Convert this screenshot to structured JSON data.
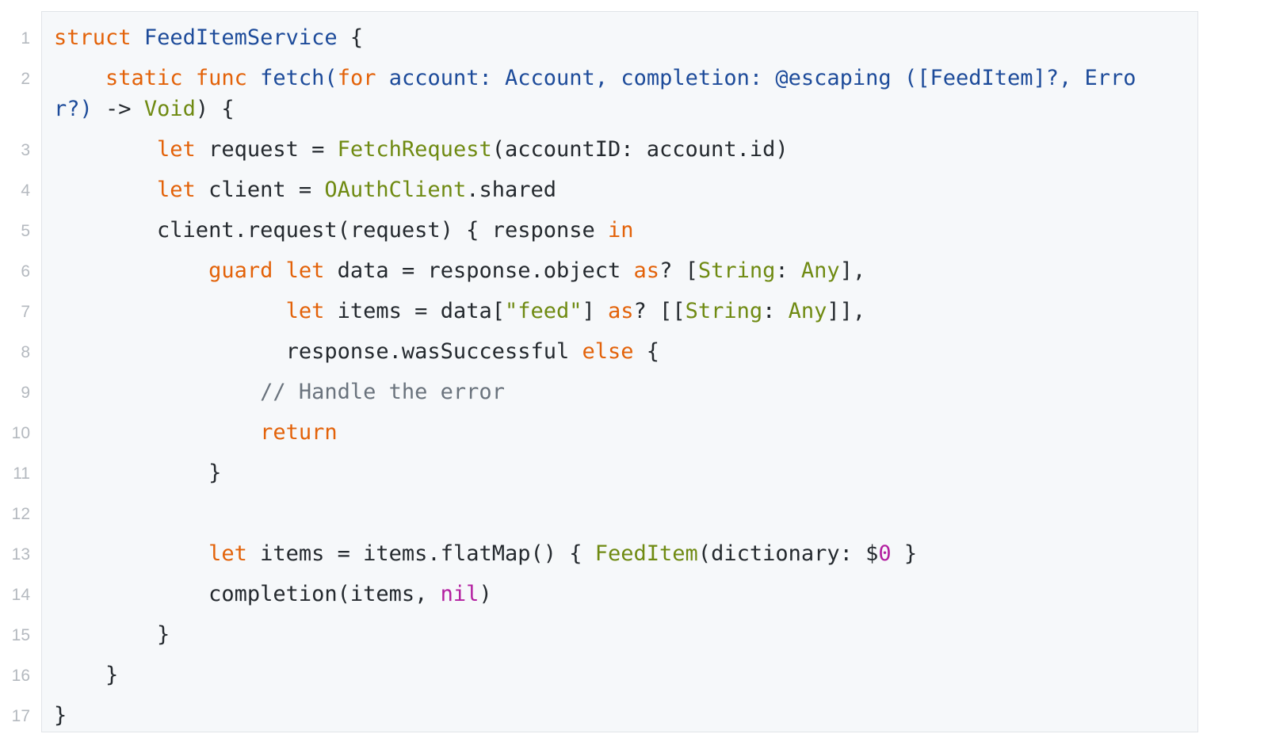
{
  "editor": {
    "language": "swift",
    "colors": {
      "background": "#f6f8fa",
      "border": "#e1e4e8",
      "line_number": "#b4b9bf",
      "keyword": "#e36209",
      "declaration": "#1d4b9a",
      "type": "#6f8a12",
      "plain": "#24292e",
      "comment": "#6a737d",
      "literal": "#b31fa0"
    },
    "lines": [
      {
        "number": "1",
        "tokens": [
          {
            "text": "struct",
            "kind": "kw"
          },
          {
            "text": " ",
            "kind": "plain"
          },
          {
            "text": "FeedItemService",
            "kind": "decl"
          },
          {
            "text": " {",
            "kind": "plain"
          }
        ]
      },
      {
        "number": "2",
        "tokens": [
          {
            "text": "    ",
            "kind": "plain"
          },
          {
            "text": "static",
            "kind": "kw"
          },
          {
            "text": " ",
            "kind": "plain"
          },
          {
            "text": "func",
            "kind": "kw"
          },
          {
            "text": " ",
            "kind": "plain"
          },
          {
            "text": "fetch(",
            "kind": "decl"
          },
          {
            "text": "for",
            "kind": "kw"
          },
          {
            "text": " account: Account, completion: @escaping ([FeedItem]?, Erro",
            "kind": "decl"
          }
        ]
      },
      {
        "number": "",
        "tokens": [
          {
            "text": "r?)",
            "kind": "decl"
          },
          {
            "text": " -> ",
            "kind": "plain"
          },
          {
            "text": "Void",
            "kind": "type"
          },
          {
            "text": ") {",
            "kind": "plain"
          }
        ]
      },
      {
        "number": "3",
        "tokens": [
          {
            "text": "        ",
            "kind": "plain"
          },
          {
            "text": "let",
            "kind": "kw"
          },
          {
            "text": " request = ",
            "kind": "plain"
          },
          {
            "text": "FetchRequest",
            "kind": "type"
          },
          {
            "text": "(accountID: account.id)",
            "kind": "plain"
          }
        ]
      },
      {
        "number": "4",
        "tokens": [
          {
            "text": "        ",
            "kind": "plain"
          },
          {
            "text": "let",
            "kind": "kw"
          },
          {
            "text": " client = ",
            "kind": "plain"
          },
          {
            "text": "OAuthClient",
            "kind": "type"
          },
          {
            "text": ".shared",
            "kind": "plain"
          }
        ]
      },
      {
        "number": "5",
        "tokens": [
          {
            "text": "        client.request(request) { response ",
            "kind": "plain"
          },
          {
            "text": "in",
            "kind": "kw"
          }
        ]
      },
      {
        "number": "6",
        "tokens": [
          {
            "text": "            ",
            "kind": "plain"
          },
          {
            "text": "guard",
            "kind": "kw"
          },
          {
            "text": " ",
            "kind": "plain"
          },
          {
            "text": "let",
            "kind": "kw"
          },
          {
            "text": " data = response.object ",
            "kind": "plain"
          },
          {
            "text": "as",
            "kind": "kw"
          },
          {
            "text": "? [",
            "kind": "plain"
          },
          {
            "text": "String",
            "kind": "type"
          },
          {
            "text": ": ",
            "kind": "plain"
          },
          {
            "text": "Any",
            "kind": "type"
          },
          {
            "text": "],",
            "kind": "plain"
          }
        ]
      },
      {
        "number": "7",
        "tokens": [
          {
            "text": "                  ",
            "kind": "plain"
          },
          {
            "text": "let",
            "kind": "kw"
          },
          {
            "text": " items = data[",
            "kind": "plain"
          },
          {
            "text": "\"feed\"",
            "kind": "type"
          },
          {
            "text": "] ",
            "kind": "plain"
          },
          {
            "text": "as",
            "kind": "kw"
          },
          {
            "text": "? [[",
            "kind": "plain"
          },
          {
            "text": "String",
            "kind": "type"
          },
          {
            "text": ": ",
            "kind": "plain"
          },
          {
            "text": "Any",
            "kind": "type"
          },
          {
            "text": "]],",
            "kind": "plain"
          }
        ]
      },
      {
        "number": "8",
        "tokens": [
          {
            "text": "                  response.wasSuccessful ",
            "kind": "plain"
          },
          {
            "text": "else",
            "kind": "kw"
          },
          {
            "text": " {",
            "kind": "plain"
          }
        ]
      },
      {
        "number": "9",
        "tokens": [
          {
            "text": "                ",
            "kind": "plain"
          },
          {
            "text": "// Handle the error",
            "kind": "comment"
          }
        ]
      },
      {
        "number": "10",
        "tokens": [
          {
            "text": "                ",
            "kind": "plain"
          },
          {
            "text": "return",
            "kind": "kw"
          }
        ]
      },
      {
        "number": "11",
        "tokens": [
          {
            "text": "            }",
            "kind": "plain"
          }
        ]
      },
      {
        "number": "12",
        "tokens": []
      },
      {
        "number": "13",
        "tokens": [
          {
            "text": "            ",
            "kind": "plain"
          },
          {
            "text": "let",
            "kind": "kw"
          },
          {
            "text": " items = items.flatMap() { ",
            "kind": "plain"
          },
          {
            "text": "FeedItem",
            "kind": "type"
          },
          {
            "text": "(dictionary: $",
            "kind": "plain"
          },
          {
            "text": "0",
            "kind": "lit"
          },
          {
            "text": " }",
            "kind": "plain"
          }
        ]
      },
      {
        "number": "14",
        "tokens": [
          {
            "text": "            completion(items, ",
            "kind": "plain"
          },
          {
            "text": "nil",
            "kind": "lit"
          },
          {
            "text": ")",
            "kind": "plain"
          }
        ]
      },
      {
        "number": "15",
        "tokens": [
          {
            "text": "        }",
            "kind": "plain"
          }
        ]
      },
      {
        "number": "16",
        "tokens": [
          {
            "text": "    }",
            "kind": "plain"
          }
        ]
      },
      {
        "number": "17",
        "tokens": [
          {
            "text": "}",
            "kind": "plain"
          }
        ]
      }
    ]
  }
}
